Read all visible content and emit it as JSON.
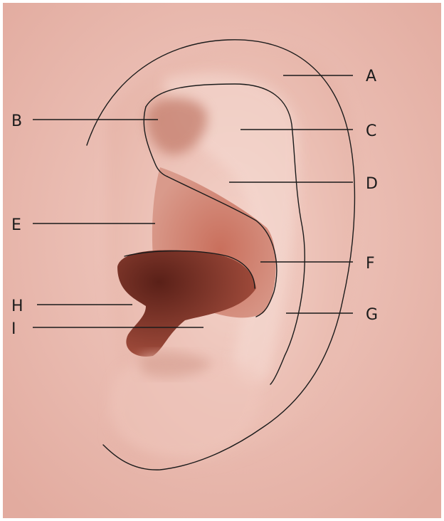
{
  "diagram": {
    "labels": [
      {
        "id": "A",
        "text": "A"
      },
      {
        "id": "B",
        "text": "B"
      },
      {
        "id": "C",
        "text": "C"
      },
      {
        "id": "D",
        "text": "D"
      },
      {
        "id": "E",
        "text": "E"
      },
      {
        "id": "F",
        "text": "F"
      },
      {
        "id": "G",
        "text": "G"
      },
      {
        "id": "H",
        "text": "H"
      },
      {
        "id": "I",
        "text": "I"
      }
    ],
    "colors": {
      "skin": "#e8b8ad",
      "skin_light": "#f3d3cb",
      "concha": "#c77a6a",
      "deep": "#7a3026",
      "line": "#1b1b1b"
    }
  }
}
